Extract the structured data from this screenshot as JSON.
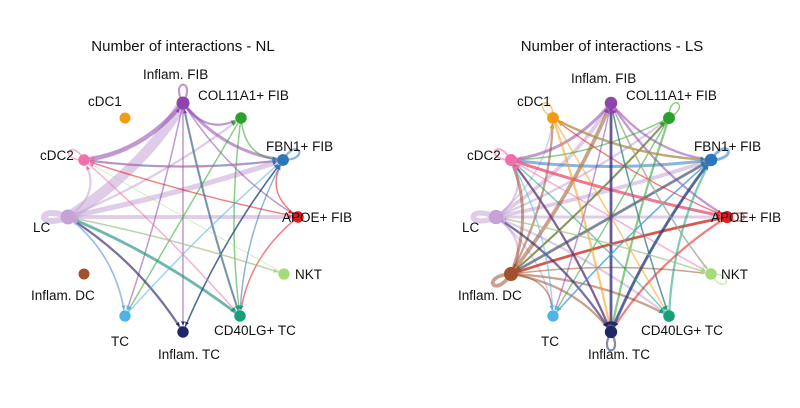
{
  "chart_data": [
    {
      "type": "network",
      "title": "Number of interactions - NL",
      "nodes": [
        {
          "id": "inflam_fib",
          "label": "Inflam. FIB",
          "color": "#8E44AD"
        },
        {
          "id": "col11a1_fib",
          "label": "COL11A1+ FIB",
          "color": "#2CA02C"
        },
        {
          "id": "fbn1_fib",
          "label": "FBN1+ FIB",
          "color": "#2A77BA"
        },
        {
          "id": "apoe_fib",
          "label": "APOE+ FIB",
          "color": "#E31A1C"
        },
        {
          "id": "nkt",
          "label": "NKT",
          "color": "#A6DB7A"
        },
        {
          "id": "cd40lg_tc",
          "label": "CD40LG+ TC",
          "color": "#16A07A"
        },
        {
          "id": "inflam_tc",
          "label": "Inflam. TC",
          "color": "#1F2766"
        },
        {
          "id": "tc",
          "label": "TC",
          "color": "#4EB3E6"
        },
        {
          "id": "inflam_dc",
          "label": "Inflam. DC",
          "color": "#A0522D"
        },
        {
          "id": "lc",
          "label": "LC",
          "color": "#C5A3D6"
        },
        {
          "id": "cdc2",
          "label": "cDC2",
          "color": "#F06EA9"
        },
        {
          "id": "cdc1",
          "label": "cDC1",
          "color": "#F39C12"
        }
      ],
      "edges": [
        {
          "from": "lc",
          "to": "inflam_fib",
          "weight": 14
        },
        {
          "from": "lc",
          "to": "fbn1_fib",
          "weight": 7
        },
        {
          "from": "lc",
          "to": "apoe_fib",
          "weight": 5
        },
        {
          "from": "lc",
          "to": "col11a1_fib",
          "weight": 3
        },
        {
          "from": "lc",
          "to": "cdc2",
          "weight": 3
        },
        {
          "from": "lc",
          "to": "nkt",
          "weight": 2
        },
        {
          "from": "lc",
          "to": "cd40lg_tc",
          "weight": 3
        },
        {
          "from": "lc",
          "to": "inflam_tc",
          "weight": 3
        },
        {
          "from": "lc",
          "to": "tc",
          "weight": 2
        },
        {
          "from": "lc",
          "to": "lc",
          "weight": 8
        },
        {
          "from": "inflam_fib",
          "to": "cdc2",
          "weight": 6
        },
        {
          "from": "inflam_fib",
          "to": "fbn1_fib",
          "weight": 4
        },
        {
          "from": "inflam_fib",
          "to": "col11a1_fib",
          "weight": 3
        },
        {
          "from": "inflam_fib",
          "to": "apoe_fib",
          "weight": 2
        },
        {
          "from": "inflam_fib",
          "to": "cd40lg_tc",
          "weight": 3
        },
        {
          "from": "inflam_fib",
          "to": "inflam_tc",
          "weight": 2
        },
        {
          "from": "inflam_fib",
          "to": "tc",
          "weight": 2
        },
        {
          "from": "inflam_fib",
          "to": "inflam_fib",
          "weight": 3
        },
        {
          "from": "fbn1_fib",
          "to": "cdc2",
          "weight": 3
        },
        {
          "from": "fbn1_fib",
          "to": "fbn1_fib",
          "weight": 3
        },
        {
          "from": "fbn1_fib",
          "to": "cd40lg_tc",
          "weight": 2
        },
        {
          "from": "fbn1_fib",
          "to": "inflam_tc",
          "weight": 2
        },
        {
          "from": "apoe_fib",
          "to": "cdc2",
          "weight": 2
        },
        {
          "from": "apoe_fib",
          "to": "cd40lg_tc",
          "weight": 2
        },
        {
          "from": "apoe_fib",
          "to": "fbn1_fib",
          "weight": 2
        },
        {
          "from": "col11a1_fib",
          "to": "tc",
          "weight": 2
        },
        {
          "from": "col11a1_fib",
          "to": "fbn1_fib",
          "weight": 2
        },
        {
          "from": "col11a1_fib",
          "to": "cd40lg_tc",
          "weight": 2
        },
        {
          "from": "cd40lg_tc",
          "to": "lc",
          "weight": 4
        },
        {
          "from": "cd40lg_tc",
          "to": "inflam_fib",
          "weight": 2
        },
        {
          "from": "inflam_tc",
          "to": "lc",
          "weight": 3
        },
        {
          "from": "inflam_tc",
          "to": "fbn1_fib",
          "weight": 2
        },
        {
          "from": "tc",
          "to": "fbn1_fib",
          "weight": 2
        },
        {
          "from": "tc",
          "to": "lc",
          "weight": 2
        },
        {
          "from": "nkt",
          "to": "lc",
          "weight": 2
        },
        {
          "from": "nkt",
          "to": "cdc2",
          "weight": 1
        },
        {
          "from": "cdc2",
          "to": "cdc2",
          "weight": 2
        },
        {
          "from": "cdc2",
          "to": "cd40lg_tc",
          "weight": 2
        },
        {
          "from": "cdc2",
          "to": "fbn1_fib",
          "weight": 2
        }
      ]
    },
    {
      "type": "network",
      "title": "Number of interactions - LS",
      "nodes": [
        {
          "id": "inflam_fib",
          "label": "Inflam. FIB",
          "color": "#8E44AD"
        },
        {
          "id": "col11a1_fib",
          "label": "COL11A1+ FIB",
          "color": "#2CA02C"
        },
        {
          "id": "fbn1_fib",
          "label": "FBN1+ FIB",
          "color": "#2A77BA"
        },
        {
          "id": "apoe_fib",
          "label": "APOE+ FIB",
          "color": "#E31A1C"
        },
        {
          "id": "nkt",
          "label": "NKT",
          "color": "#A6DB7A"
        },
        {
          "id": "cd40lg_tc",
          "label": "CD40LG+ TC",
          "color": "#16A07A"
        },
        {
          "id": "inflam_tc",
          "label": "Inflam. TC",
          "color": "#1F2766"
        },
        {
          "id": "tc",
          "label": "TC",
          "color": "#4EB3E6"
        },
        {
          "id": "inflam_dc",
          "label": "Inflam. DC",
          "color": "#A0522D"
        },
        {
          "id": "lc",
          "label": "LC",
          "color": "#C5A3D6"
        },
        {
          "id": "cdc2",
          "label": "cDC2",
          "color": "#F06EA9"
        },
        {
          "id": "cdc1",
          "label": "cDC1",
          "color": "#F39C12"
        }
      ],
      "edges": [
        {
          "from": "lc",
          "to": "inflam_fib",
          "weight": 5
        },
        {
          "from": "lc",
          "to": "fbn1_fib",
          "weight": 5
        },
        {
          "from": "lc",
          "to": "apoe_fib",
          "weight": 4
        },
        {
          "from": "lc",
          "to": "col11a1_fib",
          "weight": 3
        },
        {
          "from": "lc",
          "to": "cdc2",
          "weight": 3
        },
        {
          "from": "lc",
          "to": "nkt",
          "weight": 2
        },
        {
          "from": "lc",
          "to": "cd40lg_tc",
          "weight": 3
        },
        {
          "from": "lc",
          "to": "inflam_tc",
          "weight": 3
        },
        {
          "from": "lc",
          "to": "tc",
          "weight": 2
        },
        {
          "from": "lc",
          "to": "inflam_dc",
          "weight": 3
        },
        {
          "from": "lc",
          "to": "cdc1",
          "weight": 2
        },
        {
          "from": "lc",
          "to": "lc",
          "weight": 7
        },
        {
          "from": "inflam_dc",
          "to": "inflam_fib",
          "weight": 5
        },
        {
          "from": "inflam_dc",
          "to": "fbn1_fib",
          "weight": 4
        },
        {
          "from": "inflam_dc",
          "to": "apoe_fib",
          "weight": 4
        },
        {
          "from": "inflam_dc",
          "to": "col11a1_fib",
          "weight": 3
        },
        {
          "from": "inflam_dc",
          "to": "cdc2",
          "weight": 4
        },
        {
          "from": "inflam_dc",
          "to": "cdc1",
          "weight": 3
        },
        {
          "from": "inflam_dc",
          "to": "nkt",
          "weight": 2
        },
        {
          "from": "inflam_dc",
          "to": "cd40lg_tc",
          "weight": 3
        },
        {
          "from": "inflam_dc",
          "to": "inflam_tc",
          "weight": 3
        },
        {
          "from": "inflam_dc",
          "to": "tc",
          "weight": 2
        },
        {
          "from": "inflam_dc",
          "to": "inflam_dc",
          "weight": 5
        },
        {
          "from": "inflam_fib",
          "to": "cdc2",
          "weight": 4
        },
        {
          "from": "inflam_fib",
          "to": "fbn1_fib",
          "weight": 3
        },
        {
          "from": "inflam_fib",
          "to": "apoe_fib",
          "weight": 3
        },
        {
          "from": "inflam_fib",
          "to": "inflam_tc",
          "weight": 3
        },
        {
          "from": "inflam_fib",
          "to": "tc",
          "weight": 2
        },
        {
          "from": "inflam_fib",
          "to": "nkt",
          "weight": 2
        },
        {
          "from": "inflam_fib",
          "to": "cd40lg_tc",
          "weight": 2
        },
        {
          "from": "fbn1_fib",
          "to": "cdc2",
          "weight": 4
        },
        {
          "from": "fbn1_fib",
          "to": "inflam_dc",
          "weight": 3
        },
        {
          "from": "fbn1_fib",
          "to": "inflam_tc",
          "weight": 3
        },
        {
          "from": "fbn1_fib",
          "to": "tc",
          "weight": 2
        },
        {
          "from": "fbn1_fib",
          "to": "cdc1",
          "weight": 3
        },
        {
          "from": "fbn1_fib",
          "to": "fbn1_fib",
          "weight": 4
        },
        {
          "from": "apoe_fib",
          "to": "cdc2",
          "weight": 4
        },
        {
          "from": "apoe_fib",
          "to": "inflam_dc",
          "weight": 3
        },
        {
          "from": "apoe_fib",
          "to": "inflam_tc",
          "weight": 3
        },
        {
          "from": "apoe_fib",
          "to": "cdc1",
          "weight": 2
        },
        {
          "from": "apoe_fib",
          "to": "apoe_fib",
          "weight": 2
        },
        {
          "from": "col11a1_fib",
          "to": "cdc2",
          "weight": 2
        },
        {
          "from": "col11a1_fib",
          "to": "inflam_dc",
          "weight": 2
        },
        {
          "from": "col11a1_fib",
          "to": "inflam_tc",
          "weight": 3
        },
        {
          "from": "col11a1_fib",
          "to": "tc",
          "weight": 2
        },
        {
          "from": "col11a1_fib",
          "to": "col11a1_fib",
          "weight": 2
        },
        {
          "from": "cdc1",
          "to": "fbn1_fib",
          "weight": 3
        },
        {
          "from": "cdc1",
          "to": "inflam_tc",
          "weight": 3
        },
        {
          "from": "cdc1",
          "to": "cd40lg_tc",
          "weight": 2
        },
        {
          "from": "cdc1",
          "to": "cdc1",
          "weight": 2
        },
        {
          "from": "cdc2",
          "to": "apoe_fib",
          "weight": 3
        },
        {
          "from": "cdc2",
          "to": "nkt",
          "weight": 2
        },
        {
          "from": "cdc2",
          "to": "inflam_tc",
          "weight": 3
        },
        {
          "from": "cdc2",
          "to": "cdc2",
          "weight": 3
        },
        {
          "from": "inflam_tc",
          "to": "inflam_fib",
          "weight": 4
        },
        {
          "from": "inflam_tc",
          "to": "fbn1_fib",
          "weight": 4
        },
        {
          "from": "inflam_tc",
          "to": "cdc2",
          "weight": 3
        },
        {
          "from": "inflam_tc",
          "to": "lc",
          "weight": 3
        },
        {
          "from": "inflam_tc",
          "to": "inflam_tc",
          "weight": 3
        },
        {
          "from": "cd40lg_tc",
          "to": "fbn1_fib",
          "weight": 3
        },
        {
          "from": "cd40lg_tc",
          "to": "cdc2",
          "weight": 2
        },
        {
          "from": "cd40lg_tc",
          "to": "inflam_fib",
          "weight": 2
        },
        {
          "from": "tc",
          "to": "fbn1_fib",
          "weight": 2
        },
        {
          "from": "tc",
          "to": "cdc2",
          "weight": 2
        },
        {
          "from": "nkt",
          "to": "lc",
          "weight": 2
        },
        {
          "from": "nkt",
          "to": "inflam_fib",
          "weight": 2
        },
        {
          "from": "nkt",
          "to": "nkt",
          "weight": 2
        }
      ]
    }
  ]
}
